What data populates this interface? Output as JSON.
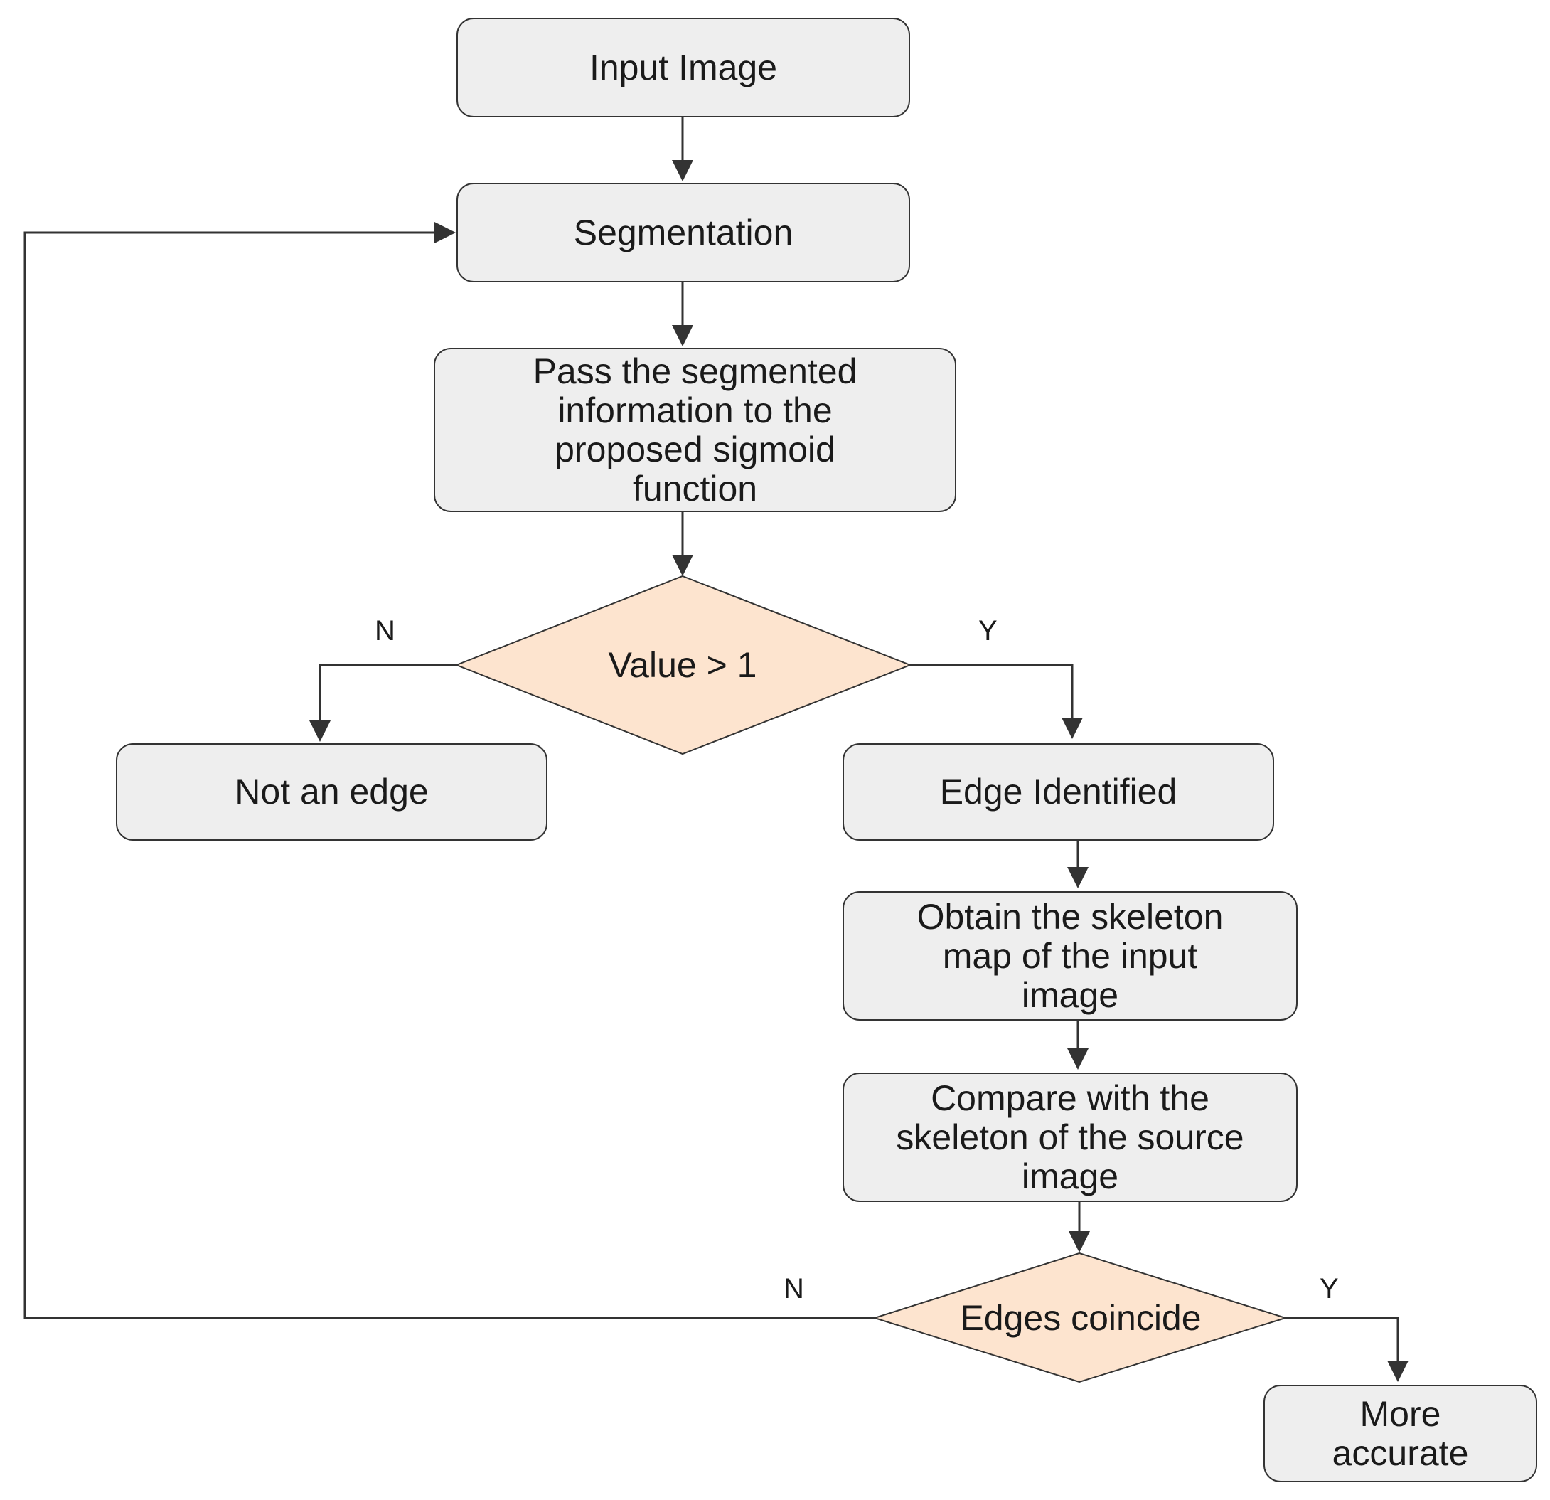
{
  "colors": {
    "box_fill": "#eeeeee",
    "decision_fill": "#fde4cf",
    "stroke": "#333333",
    "text": "#1a1a1a"
  },
  "nodes": {
    "input_image": "Input Image",
    "segmentation": "Segmentation",
    "pass_sigmoid": "Pass the segmented\ninformation to the\nproposed sigmoid\nfunction",
    "value_decision": "Value > 1",
    "not_an_edge": "Not an edge",
    "edge_identified": "Edge Identified",
    "obtain_skeleton": "Obtain the skeleton\nmap of the input\nimage",
    "compare_skeleton": "Compare with the\nskeleton of the source\nimage",
    "edges_decision": "Edges coincide",
    "more_accurate": "More\naccurate"
  },
  "branch_labels": {
    "value_no": "N",
    "value_yes": "Y",
    "edges_no": "N",
    "edges_yes": "Y"
  }
}
